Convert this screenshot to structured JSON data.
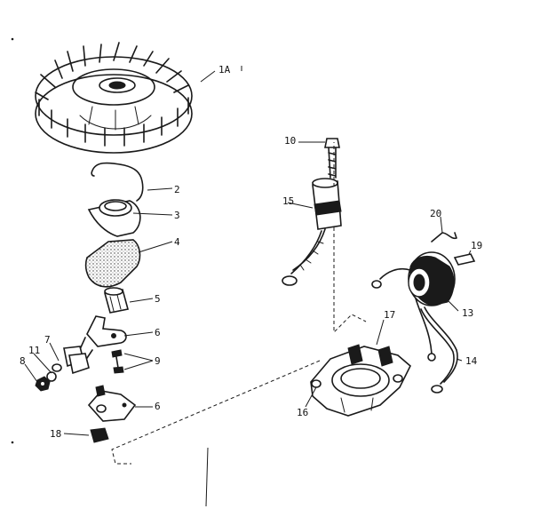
{
  "callouts": {
    "c1a": "1A",
    "c2": "2",
    "c3": "3",
    "c4": "4",
    "c5": "5",
    "c6a": "6",
    "c6b": "6",
    "c7": "7",
    "c8": "8",
    "c9": "9",
    "c10": "10",
    "c11": "11",
    "c13": "13",
    "c14": "14",
    "c15": "15",
    "c16": "16",
    "c17": "17",
    "c18": "18",
    "c19": "19",
    "c20": "20"
  }
}
